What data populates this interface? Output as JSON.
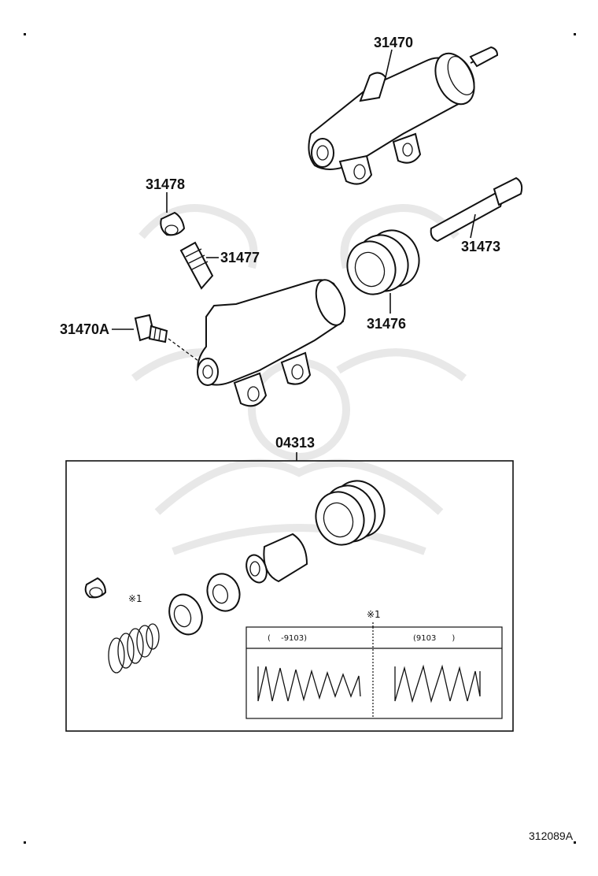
{
  "parts": {
    "p31470": "31470",
    "p31478": "31478",
    "p31477": "31477",
    "p31473": "31473",
    "p31470A": "31470A",
    "p31476": "31476",
    "p04313": "04313"
  },
  "spring_note": {
    "marker_near_spring": "※1",
    "marker_table": "※1",
    "col1_header": "(　 -9103)",
    "col2_header": "(9103　　)"
  },
  "reference": "312089A",
  "colors": {
    "line": "#111111",
    "watermark": "#e8e8e8",
    "background": "#ffffff"
  }
}
